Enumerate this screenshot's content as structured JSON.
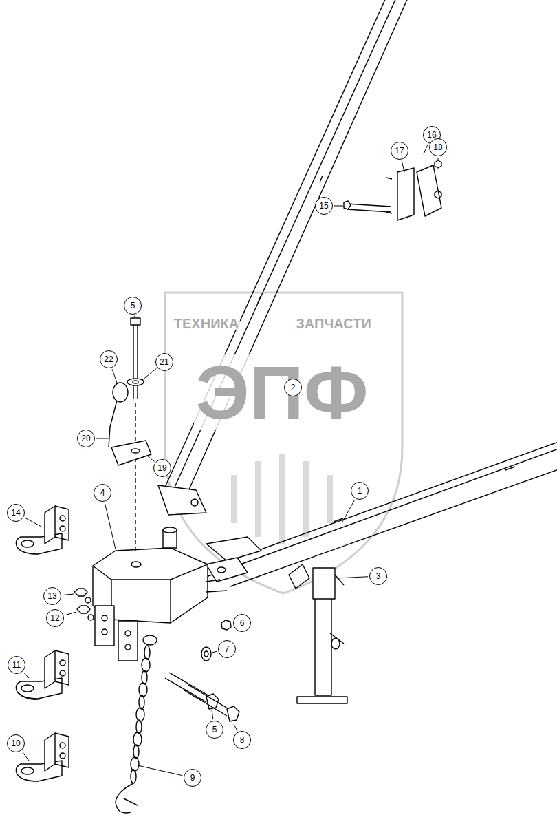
{
  "diagram": {
    "labels": [
      "16",
      "17",
      "18",
      "15",
      "5",
      "ТЕХНИКА",
      "ЗАПЧАСТИ",
      "22",
      "21",
      "ЭПФ",
      "2",
      "20",
      "19",
      "1",
      "4",
      "14",
      "3",
      "13",
      "12",
      "6",
      "7",
      "11",
      "5",
      "8",
      "10",
      "9"
    ]
  }
}
